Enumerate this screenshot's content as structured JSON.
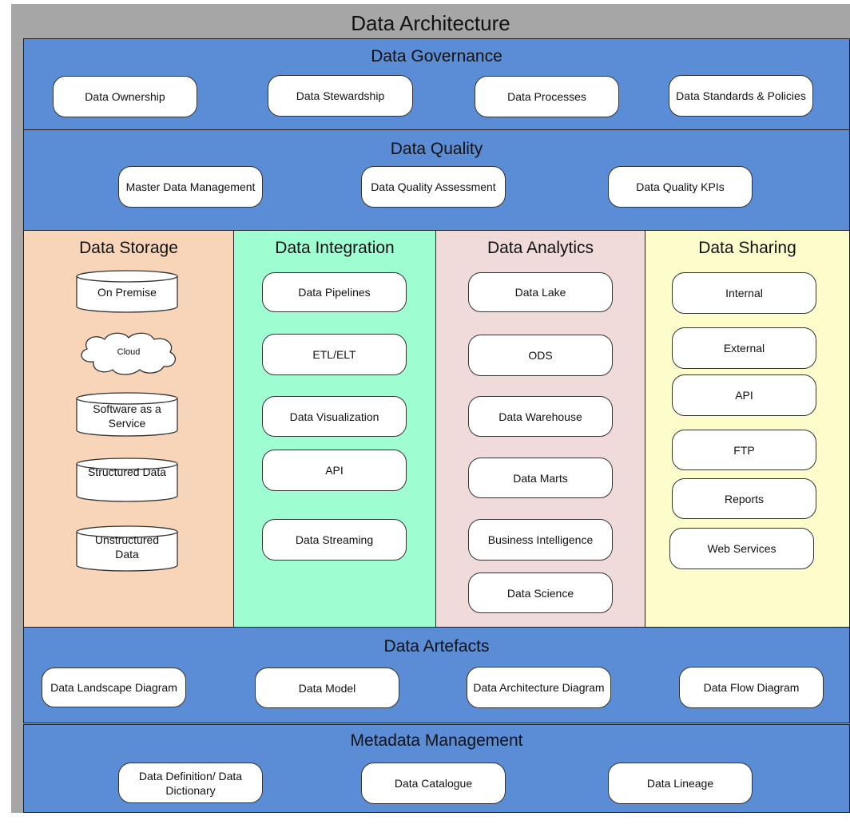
{
  "title": "Data Architecture",
  "governance": {
    "title": "Data Governance",
    "items": [
      "Data Ownership",
      "Data Stewardship",
      "Data Processes",
      "Data Standards & Policies"
    ]
  },
  "quality": {
    "title": "Data Quality",
    "items": [
      "Master Data Management",
      "Data Quality Assessment",
      "Data Quality KPIs"
    ]
  },
  "storage": {
    "title": "Data Storage",
    "items": [
      "On Premise",
      "Cloud",
      "Software as a Service",
      "Structured Data",
      "Unstructured Data"
    ]
  },
  "integration": {
    "title": "Data Integration",
    "items": [
      "Data Pipelines",
      "ETL/ELT",
      "Data Visualization",
      "API",
      "Data Streaming"
    ]
  },
  "analytics": {
    "title": "Data Analytics",
    "items": [
      "Data Lake",
      "ODS",
      "Data Warehouse",
      "Data Marts",
      "Business Intelligence",
      "Data Science"
    ]
  },
  "sharing": {
    "title": "Data Sharing",
    "items": [
      "Internal",
      "External",
      "API",
      "FTP",
      "Reports",
      "Web Services"
    ]
  },
  "artefacts": {
    "title": "Data Artefacts",
    "items": [
      "Data Landscape Diagram",
      "Data Model",
      "Data Architecture Diagram",
      "Data Flow Diagram"
    ]
  },
  "metadata": {
    "title": "Metadata Management",
    "items": [
      "Data Definition/ Data Dictionary",
      "Data Catalogue",
      "Data Lineage"
    ]
  },
  "colors": {
    "band": "#5b8dd6",
    "storage": "#f8d5b8",
    "integration": "#9ffdd2",
    "analytics": "#f0dada",
    "sharing": "#fdfdcb",
    "frame": "#a6a6a6"
  }
}
